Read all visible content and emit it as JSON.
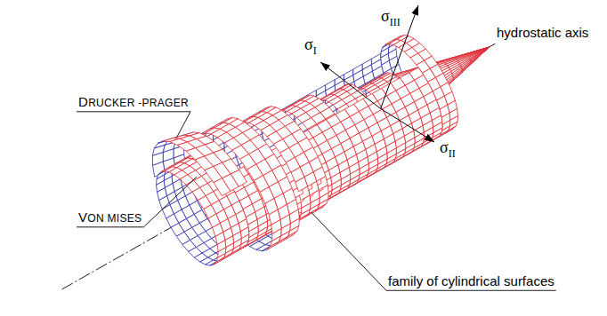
{
  "diagram": {
    "labels": [
      "σIII",
      "σI",
      "σII",
      "hydrostatic axis",
      "DRUCKER -PRAGER",
      "VON MISES",
      "family of cylindrical surfaces"
    ]
  }
}
